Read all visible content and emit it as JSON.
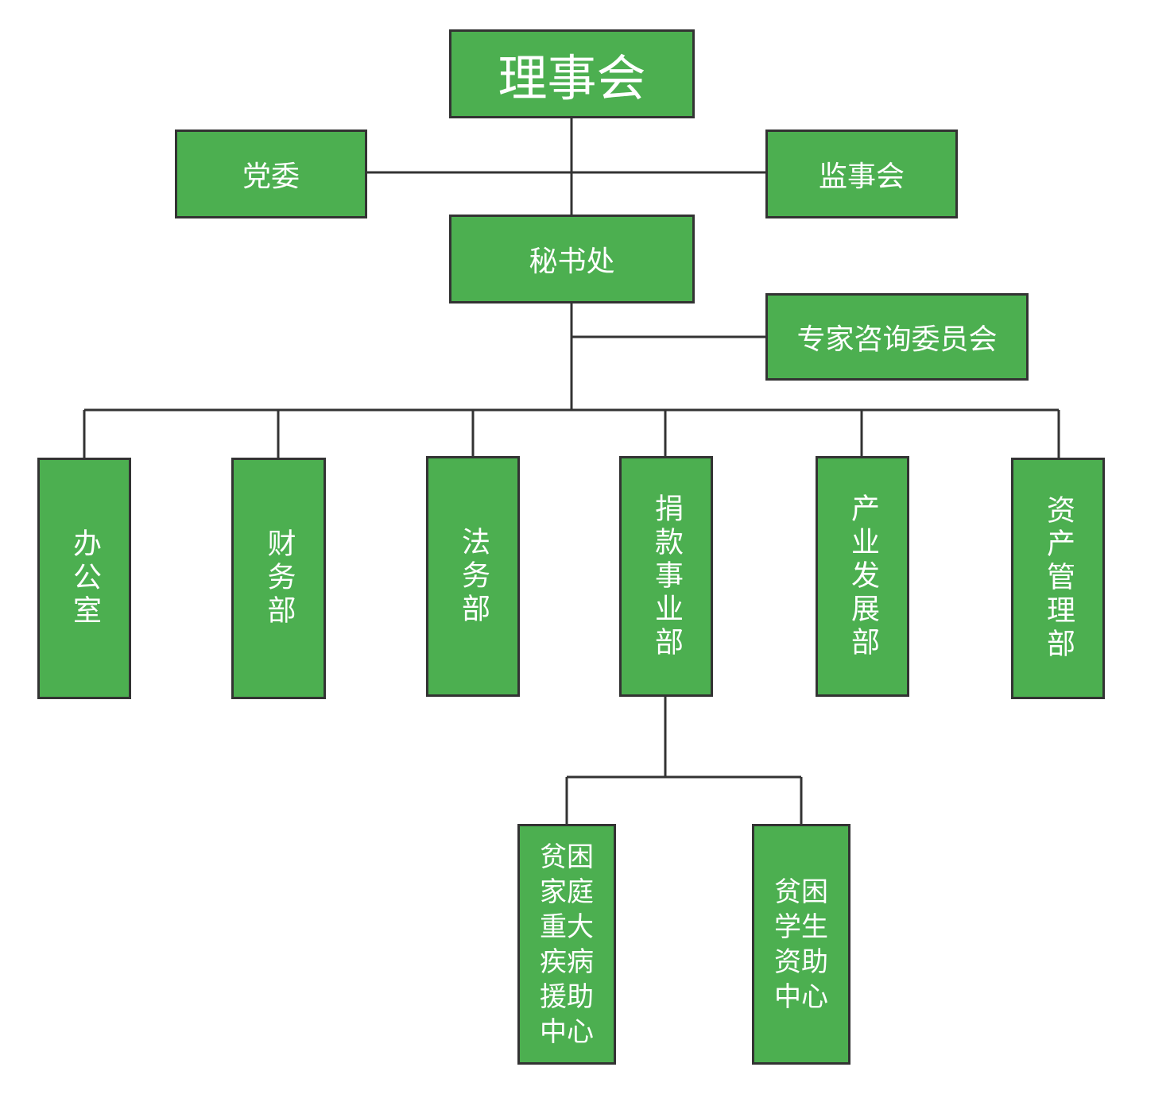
{
  "diagram": {
    "board": "理事会",
    "party_committee": "党委",
    "supervisory_board": "监事会",
    "secretariat": "秘书处",
    "expert_committee": "专家咨询委员会",
    "departments": [
      "办公室",
      "财务部",
      "法务部",
      "捐款事业部",
      "产业发展部",
      "资产管理部"
    ],
    "centers": [
      "贫困家庭重大疾病援助中心",
      "贫困学生资助中心"
    ]
  },
  "colors": {
    "node_fill": "#4caf50",
    "node_border": "#333333",
    "line": "#333333",
    "text": "#ffffff"
  }
}
